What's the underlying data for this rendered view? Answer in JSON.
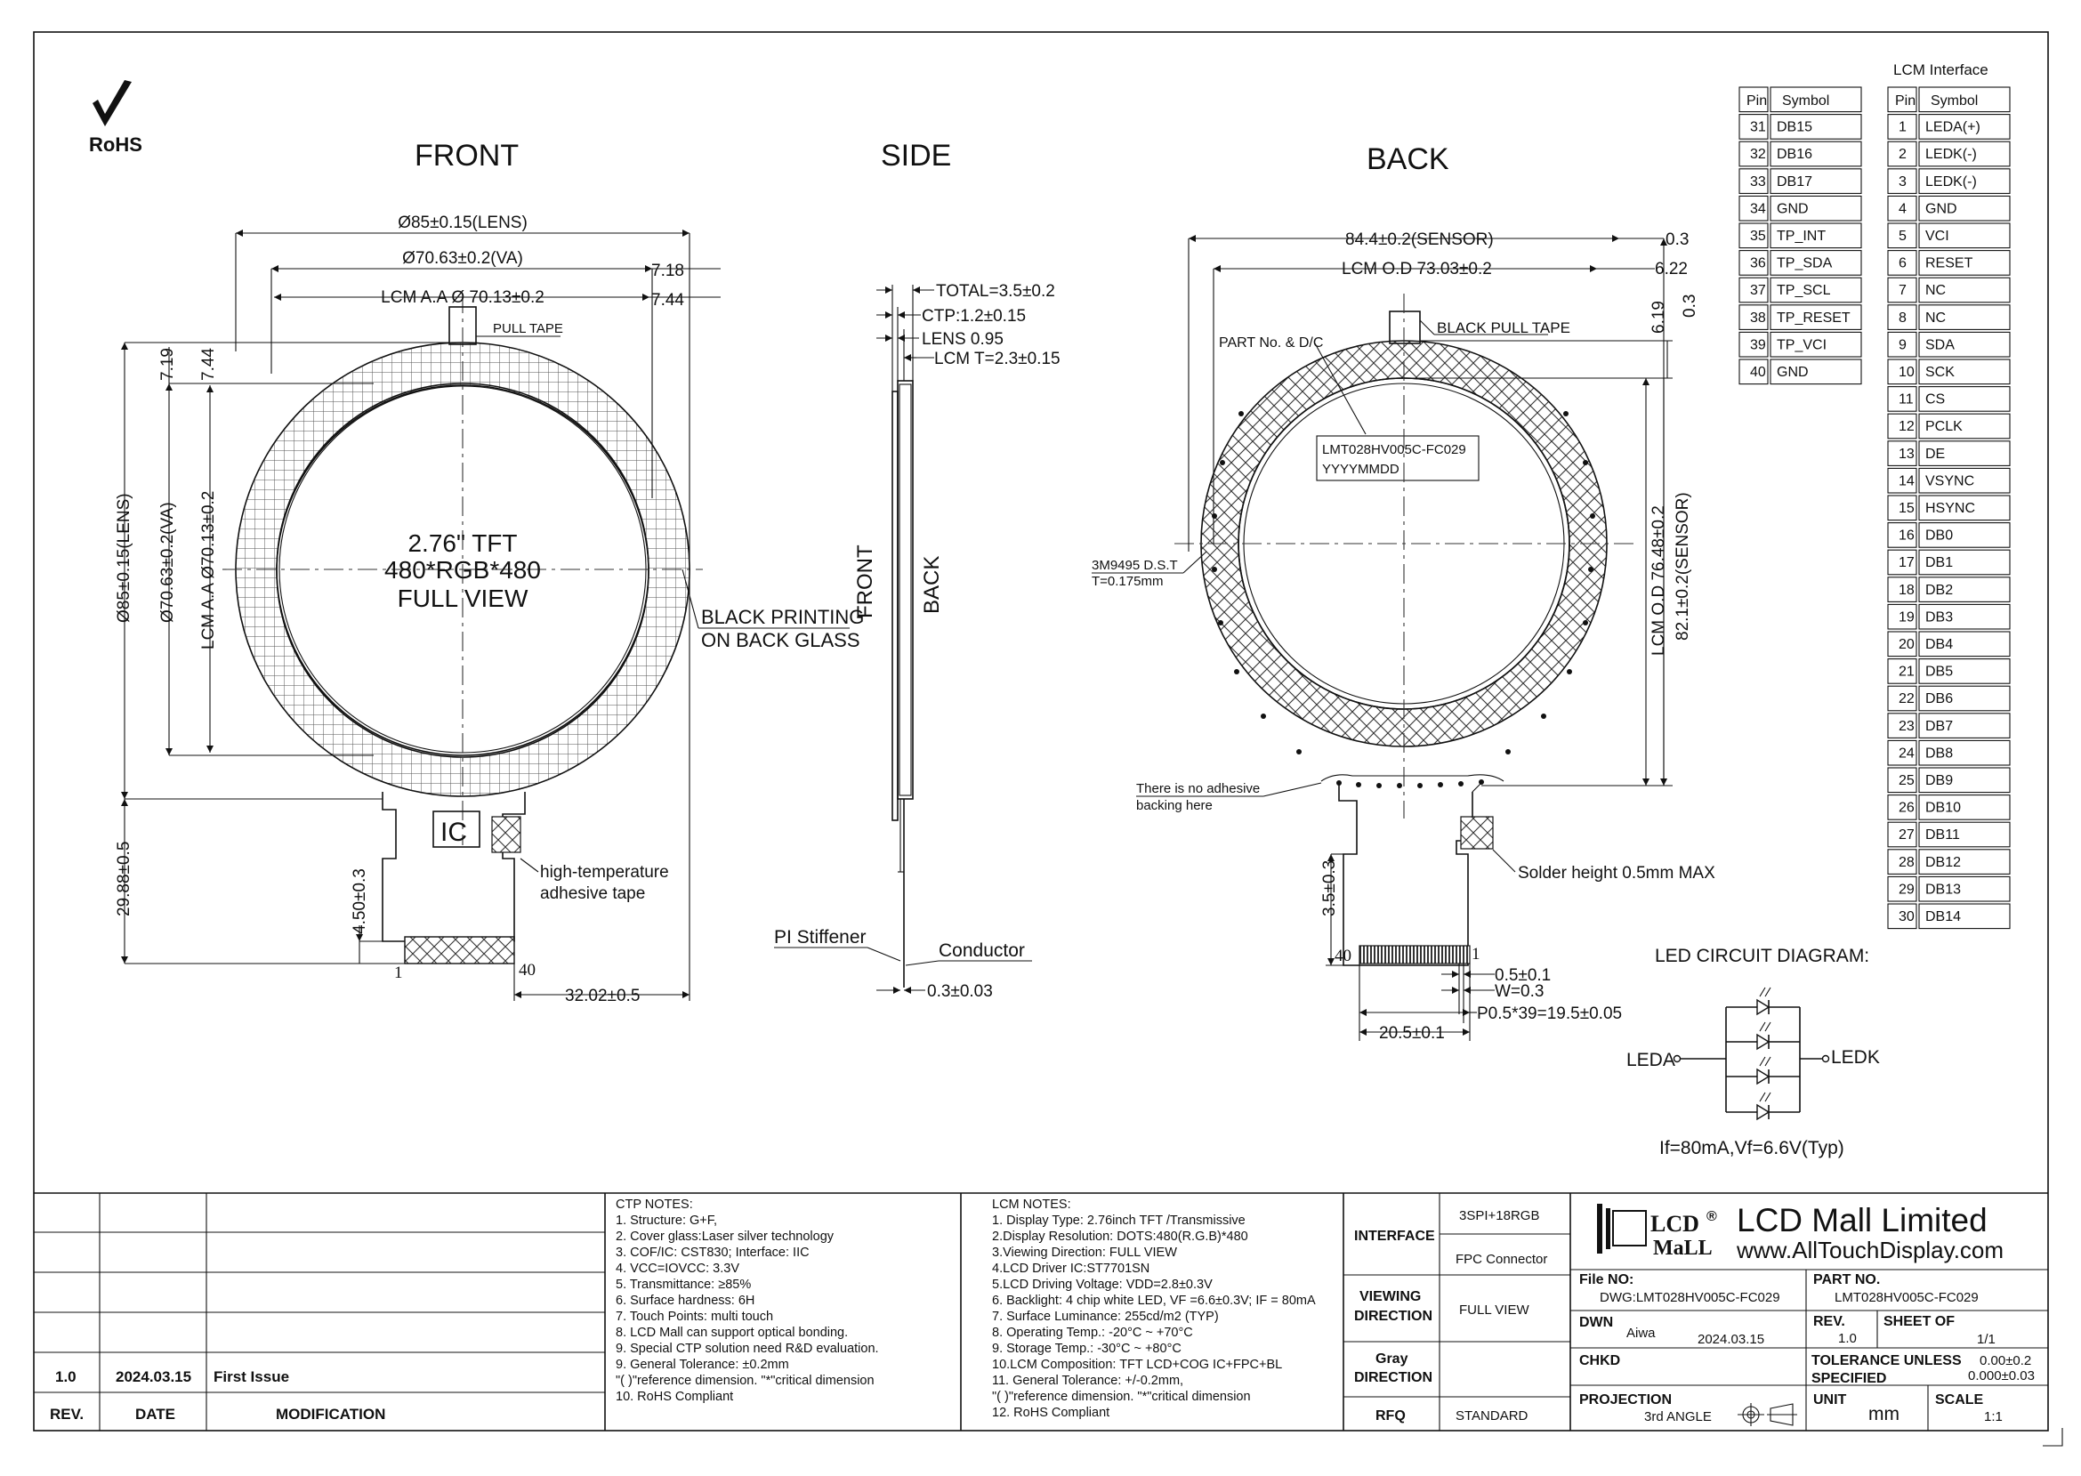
{
  "rohs": "RoHS",
  "views": {
    "front": "FRONT",
    "side": "SIDE",
    "back": "BACK"
  },
  "front": {
    "dim_lens": "Ø85±0.15(LENS)",
    "dim_va": "Ø70.63±0.2(VA)",
    "dim_aa": "LCM A.A Ø 70.13±0.2",
    "dim_718": "7.18",
    "dim_744": "7.44",
    "pull_tape": "PULL TAPE",
    "v_719": "7.19",
    "v_744": "7.44",
    "v_lens": "Ø85±0.15(LENS)",
    "v_va": "Ø70.63±0.2(VA)",
    "v_aa": "LCM A.A  Ø70.13±0.2",
    "center_1": "2.76\"  TFT",
    "center_2": "480*RGB*480",
    "center_3": "FULL VIEW",
    "black_print_1": "BLACK PRINTING",
    "black_print_2": "ON BACK GLASS",
    "ic": "IC",
    "ht_tape_1": "high-temperature",
    "ht_tape_2": "adhesive tape",
    "v_2988": "29.88±0.5",
    "v_450": "4.50±0.3",
    "pin1": "1",
    "pin40": "40",
    "dim_3202": "32.02±0.5"
  },
  "side": {
    "total": "TOTAL=3.5±0.2",
    "ctp": "CTP:1.2±0.15",
    "lens": "LENS 0.95",
    "lcm": "LCM T=2.3±0.15",
    "label_front": "FRONT",
    "label_back": "BACK",
    "pi_stiffener": "PI Stiffener",
    "conductor": "Conductor",
    "dim_03": "0.3±0.03"
  },
  "back": {
    "sensor": "84.4±0.2(SENSOR)",
    "d03": "0.3",
    "lcm_od": "LCM O.D 73.03±0.2",
    "d622": "6.22",
    "black_pull": "BLACK PULL TAPE",
    "part_no": "PART No. & D/C",
    "v619": "6.19",
    "v03": "0.3",
    "label_1": "LMT028HV005C-FC029",
    "label_2": "YYYYMMDD",
    "dst_1": "3M9495 D.S.T",
    "dst_2": "T=0.175mm",
    "v_od": "LCM O.D 76.48±0.2",
    "v_sensor": "82.1±0.2(SENSOR)",
    "no_adh_1": "There is no adhesive",
    "no_adh_2": "backing here",
    "solder": "Solder height 0.5mm MAX",
    "v35": "3.5±0.3",
    "pin40": "40",
    "pin1": "1",
    "d05": "0.5±0.1",
    "w03": "W=0.3",
    "pitch": "P0.5*39=19.5±0.05",
    "d205": "20.5±0.1"
  },
  "interface": {
    "title": "LCM Interface",
    "col_pin": "Pin",
    "col_symbol": "Symbol",
    "left": [
      [
        "31",
        "DB15"
      ],
      [
        "32",
        "DB16"
      ],
      [
        "33",
        "DB17"
      ],
      [
        "34",
        "GND"
      ],
      [
        "35",
        "TP_INT"
      ],
      [
        "36",
        "TP_SDA"
      ],
      [
        "37",
        "TP_SCL"
      ],
      [
        "38",
        "TP_RESET"
      ],
      [
        "39",
        "TP_VCI"
      ],
      [
        "40",
        "GND"
      ]
    ],
    "right": [
      [
        "1",
        "LEDA(+)"
      ],
      [
        "2",
        "LEDK(-)"
      ],
      [
        "3",
        "LEDK(-)"
      ],
      [
        "4",
        "GND"
      ],
      [
        "5",
        "VCI"
      ],
      [
        "6",
        "RESET"
      ],
      [
        "7",
        "NC"
      ],
      [
        "8",
        "NC"
      ],
      [
        "9",
        "SDA"
      ],
      [
        "10",
        "SCK"
      ],
      [
        "11",
        "CS"
      ],
      [
        "12",
        "PCLK"
      ],
      [
        "13",
        "DE"
      ],
      [
        "14",
        "VSYNC"
      ],
      [
        "15",
        "HSYNC"
      ],
      [
        "16",
        "DB0"
      ],
      [
        "17",
        "DB1"
      ],
      [
        "18",
        "DB2"
      ],
      [
        "19",
        "DB3"
      ],
      [
        "20",
        "DB4"
      ],
      [
        "21",
        "DB5"
      ],
      [
        "22",
        "DB6"
      ],
      [
        "23",
        "DB7"
      ],
      [
        "24",
        "DB8"
      ],
      [
        "25",
        "DB9"
      ],
      [
        "26",
        "DB10"
      ],
      [
        "27",
        "DB11"
      ],
      [
        "28",
        "DB12"
      ],
      [
        "29",
        "DB13"
      ],
      [
        "30",
        "DB14"
      ]
    ]
  },
  "led": {
    "title": "LED CIRCUIT DIAGRAM:",
    "leda": "LEDA",
    "ledk": "LEDK",
    "spec": "If=80mA,Vf=6.6V(Typ)"
  },
  "titleblock": {
    "rev_row": {
      "rev": "1.0",
      "date": "2024.03.15",
      "mod": "First Issue"
    },
    "head": {
      "rev": "REV.",
      "date": "DATE",
      "mod": "MODIFICATION"
    },
    "ctp_notes": [
      "CTP NOTES:",
      "1. Structure: G+F,",
      "2. Cover glass:Laser silver technology",
      "3. COF/IC: CST830; Interface: IIC",
      "4. VCC=IOVCC: 3.3V",
      "5. Transmittance: ≥85%",
      "6. Surface hardness: 6H",
      "7. Touch Points: multi touch",
      "8. LCD Mall can support optical bonding.",
      "9. Special CTP solution need R&D evaluation.",
      "9. General Tolerance: ±0.2mm",
      "  \"( )\"reference dimension. \"*\"critical dimension",
      "10. RoHS Compliant"
    ],
    "lcm_notes": [
      "LCM NOTES:",
      "1. Display Type: 2.76inch  TFT /Transmissive",
      "2.Display Resolution: DOTS:480(R.G.B)*480",
      "3.Viewing Direction: FULL VIEW",
      "4.LCD  Driver IC:ST7701SN",
      "5.LCD Driving Voltage: VDD=2.8±0.3V",
      "6. Backlight: 4 chip white LED,  VF =6.6±0.3V; IF = 80mA",
      "7. Surface Luminance: 255cd/m2 (TYP)",
      "8. Operating Temp.: -20°C ~ +70°C",
      "9. Storage Temp.: -30°C ~ +80°C",
      "10.LCM Composition: TFT LCD+COG IC+FPC+BL",
      "11. General Tolerance: +/-0.2mm,",
      "\"( )\"reference dimension. \"*\"critical dimension",
      "12. RoHS Compliant"
    ],
    "interface_label": "INTERFACE",
    "interface_1": "3SPI+18RGB",
    "interface_2": "FPC Connector",
    "viewing_label_1": "VIEWING",
    "viewing_label_2": "DIRECTION",
    "viewing_value": "FULL VIEW",
    "gray_label_1": "Gray",
    "gray_label_2": "DIRECTION",
    "rfq_label": "RFQ",
    "rfq_value": "STANDARD",
    "logo_lcd": "LCD",
    "logo_mall": "MaLL",
    "logo_reg": "®",
    "company": "LCD Mall Limited",
    "website": "www.AllTouchDisplay.com",
    "file_no_label": "File NO:",
    "file_no": "DWG:LMT028HV005C-FC029",
    "part_no_label": "PART NO.",
    "part_no": "LMT028HV005C-FC029",
    "dwn_label": "DWN",
    "dwn_name": "Aiwa",
    "dwn_date": "2024.03.15",
    "rev_label": "REV.",
    "rev_value": "1.0",
    "sheet_label": "SHEET OF",
    "sheet_value": "1/1",
    "chkd_label": "CHKD",
    "tol_label_1": "TOLERANCE UNLESS",
    "tol_label_2": "SPECIFIED",
    "tol_1": "0.00±0.2",
    "tol_2": "0.000±0.03",
    "proj_label": "PROJECTION",
    "proj_value": "3rd ANGLE",
    "unit_label": "UNIT",
    "unit_value": "mm",
    "scale_label": "SCALE",
    "scale_value": "1:1"
  }
}
